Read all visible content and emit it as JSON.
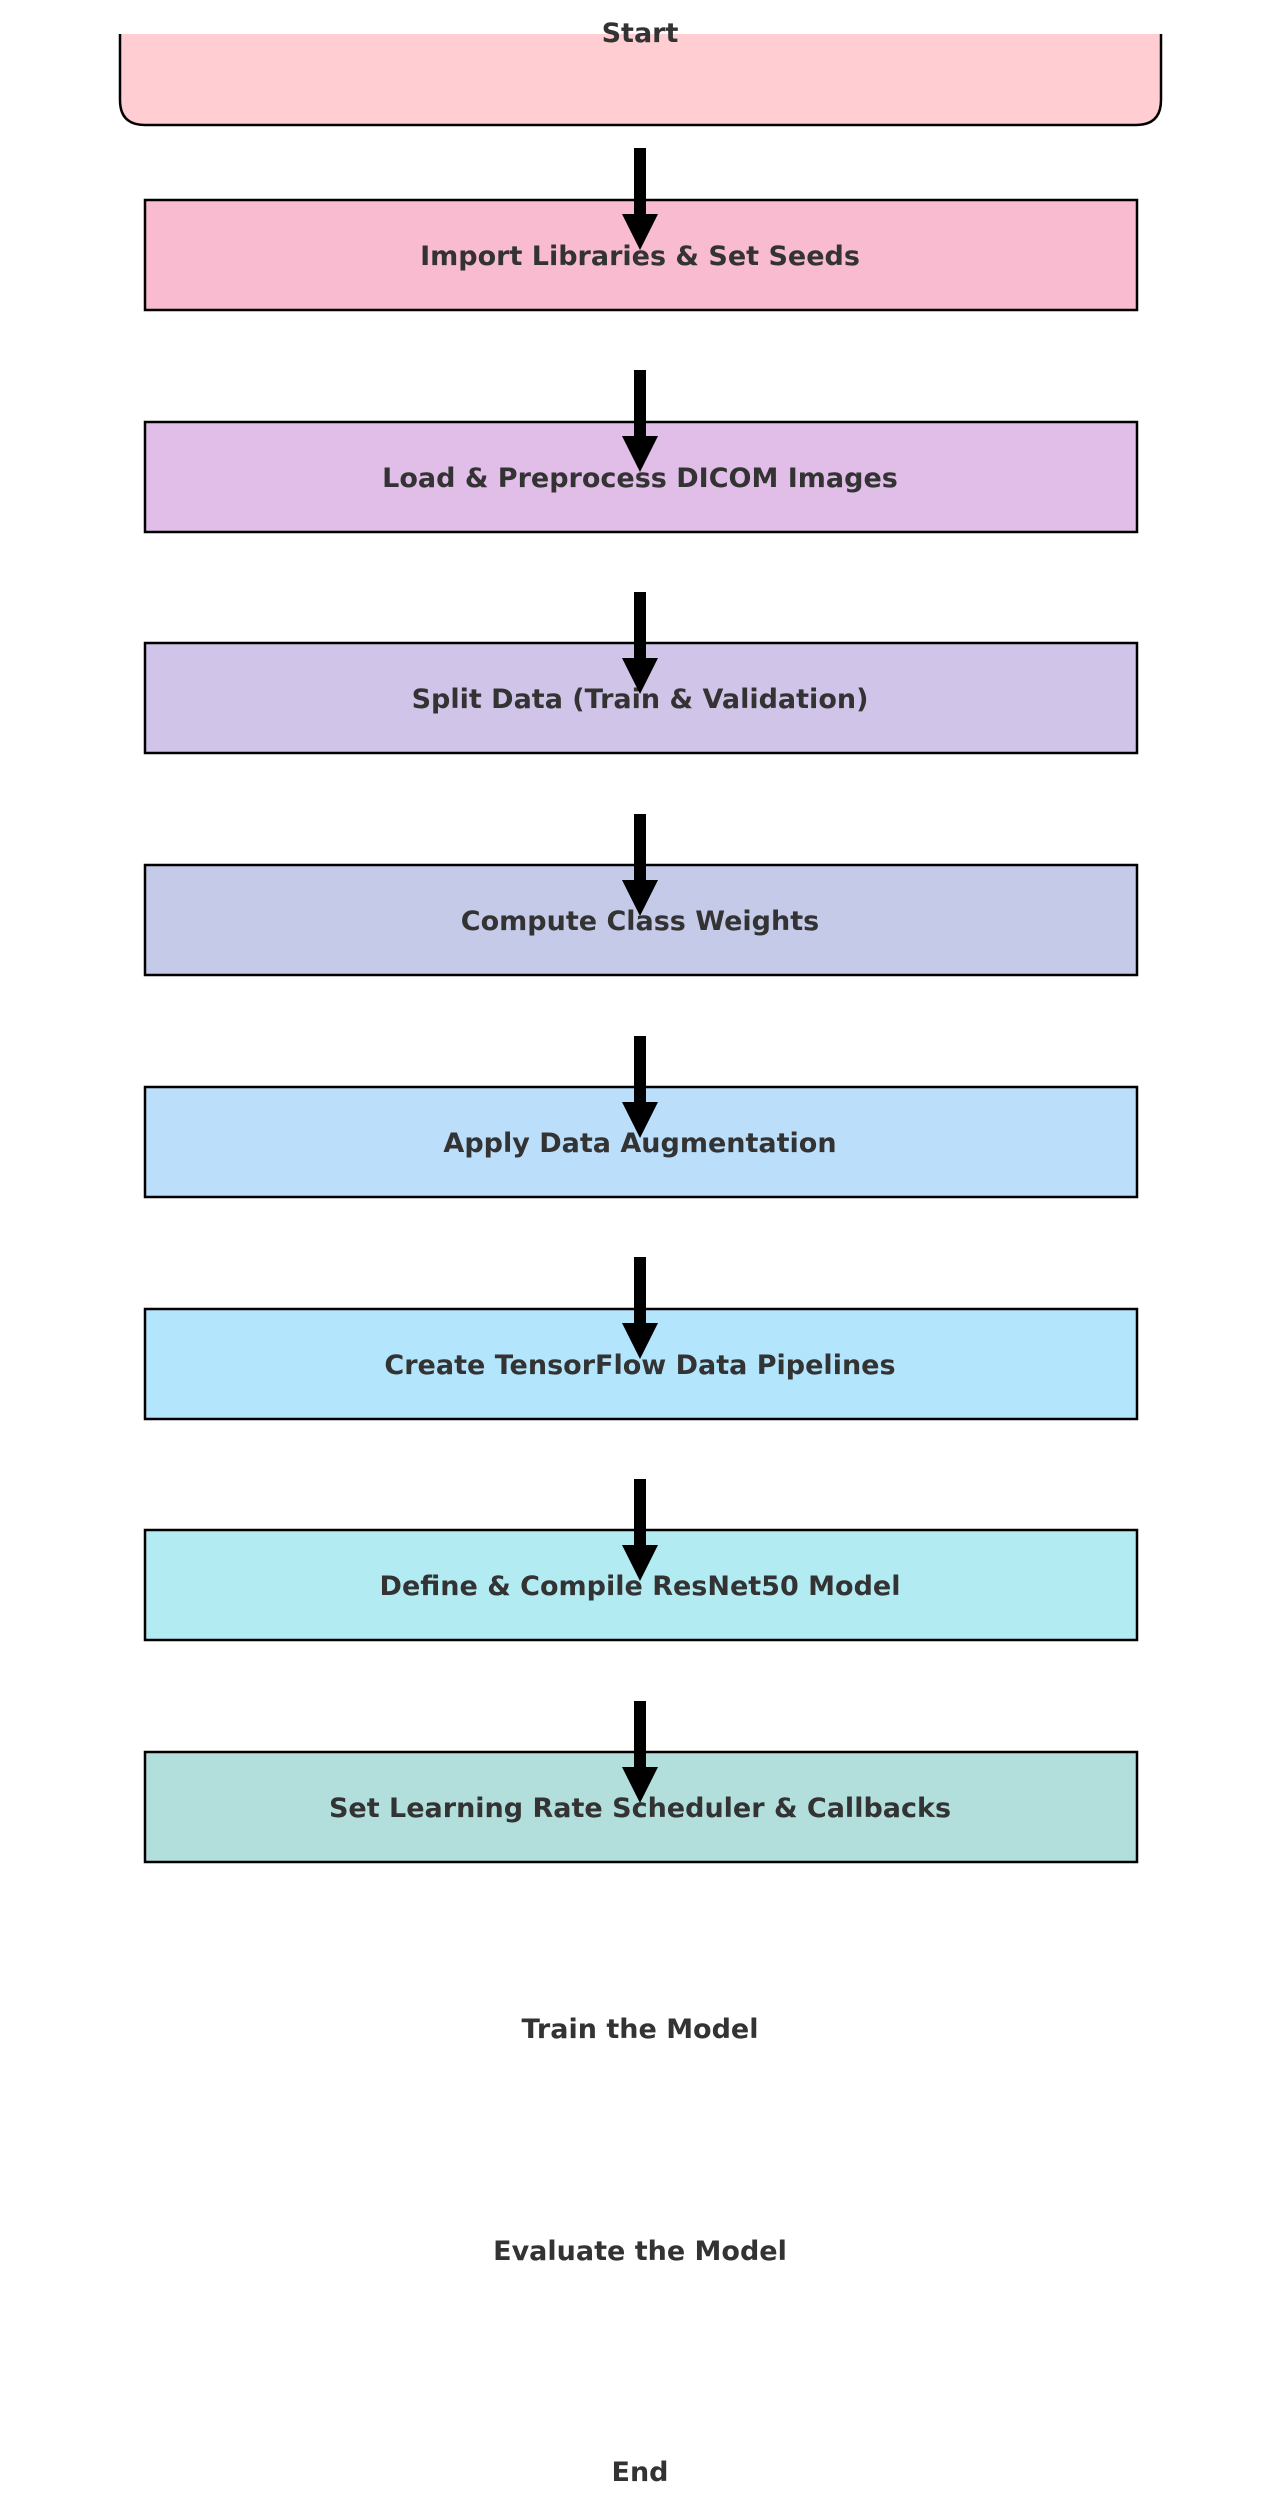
{
  "flowchart": {
    "start": {
      "label": "Start",
      "fill": "#ffcdd2"
    },
    "steps": [
      {
        "label": "Import Libraries & Set Seeds",
        "fill": "#f8bbd0"
      },
      {
        "label": "Load & Preprocess DICOM Images",
        "fill": "#e1bee7"
      },
      {
        "label": "Split Data (Train & Validation)",
        "fill": "#d1c4e9"
      },
      {
        "label": "Compute Class Weights",
        "fill": "#c5cae9"
      },
      {
        "label": "Apply Data Augmentation",
        "fill": "#bbdefb"
      },
      {
        "label": "Create TensorFlow Data Pipelines",
        "fill": "#b3e5fc"
      },
      {
        "label": "Define & Compile ResNet50 Model",
        "fill": "#b2ebf2"
      },
      {
        "label": "Set Learning Rate Scheduler & Callbacks",
        "fill": "#b2dfdb"
      }
    ],
    "unboxed_steps": [
      {
        "label": "Train the Model"
      },
      {
        "label": "Evaluate the Model"
      },
      {
        "label": "End"
      }
    ],
    "border_color": "#000000",
    "arrow_color": "#000000",
    "text_color": "#333333"
  }
}
